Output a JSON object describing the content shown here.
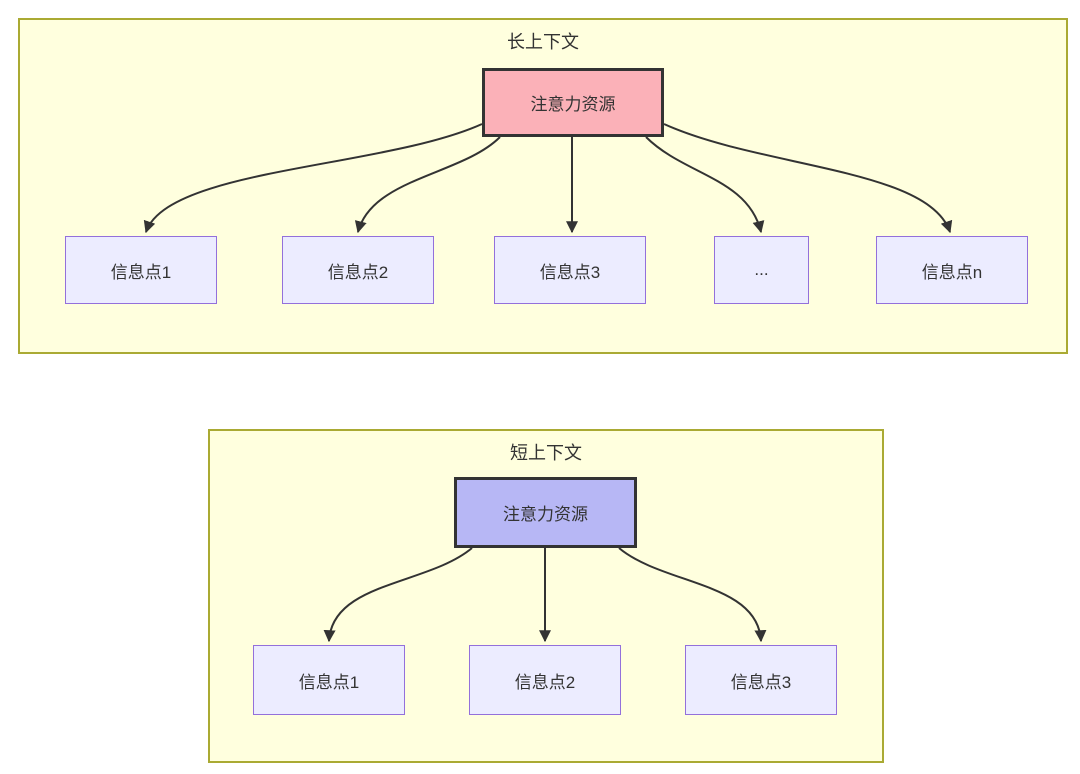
{
  "colors": {
    "canvas_bg": "#ffffff",
    "cluster_fill": "#ffffde",
    "cluster_border": "#aaaa33",
    "node_fill": "#ececff",
    "node_border": "#9370db",
    "attention_long_fill": "#fbb1b8",
    "attention_short_fill": "#b7b7f5",
    "attention_border": "#333333",
    "edge_color": "#333333",
    "text_color": "#333333"
  },
  "long_context": {
    "title": "长上下文",
    "attention_label": "注意力资源",
    "info_nodes": [
      "信息点1",
      "信息点2",
      "信息点3",
      "...",
      "信息点n"
    ]
  },
  "short_context": {
    "title": "短上下文",
    "attention_label": "注意力资源",
    "info_nodes": [
      "信息点1",
      "信息点2",
      "信息点3"
    ]
  }
}
